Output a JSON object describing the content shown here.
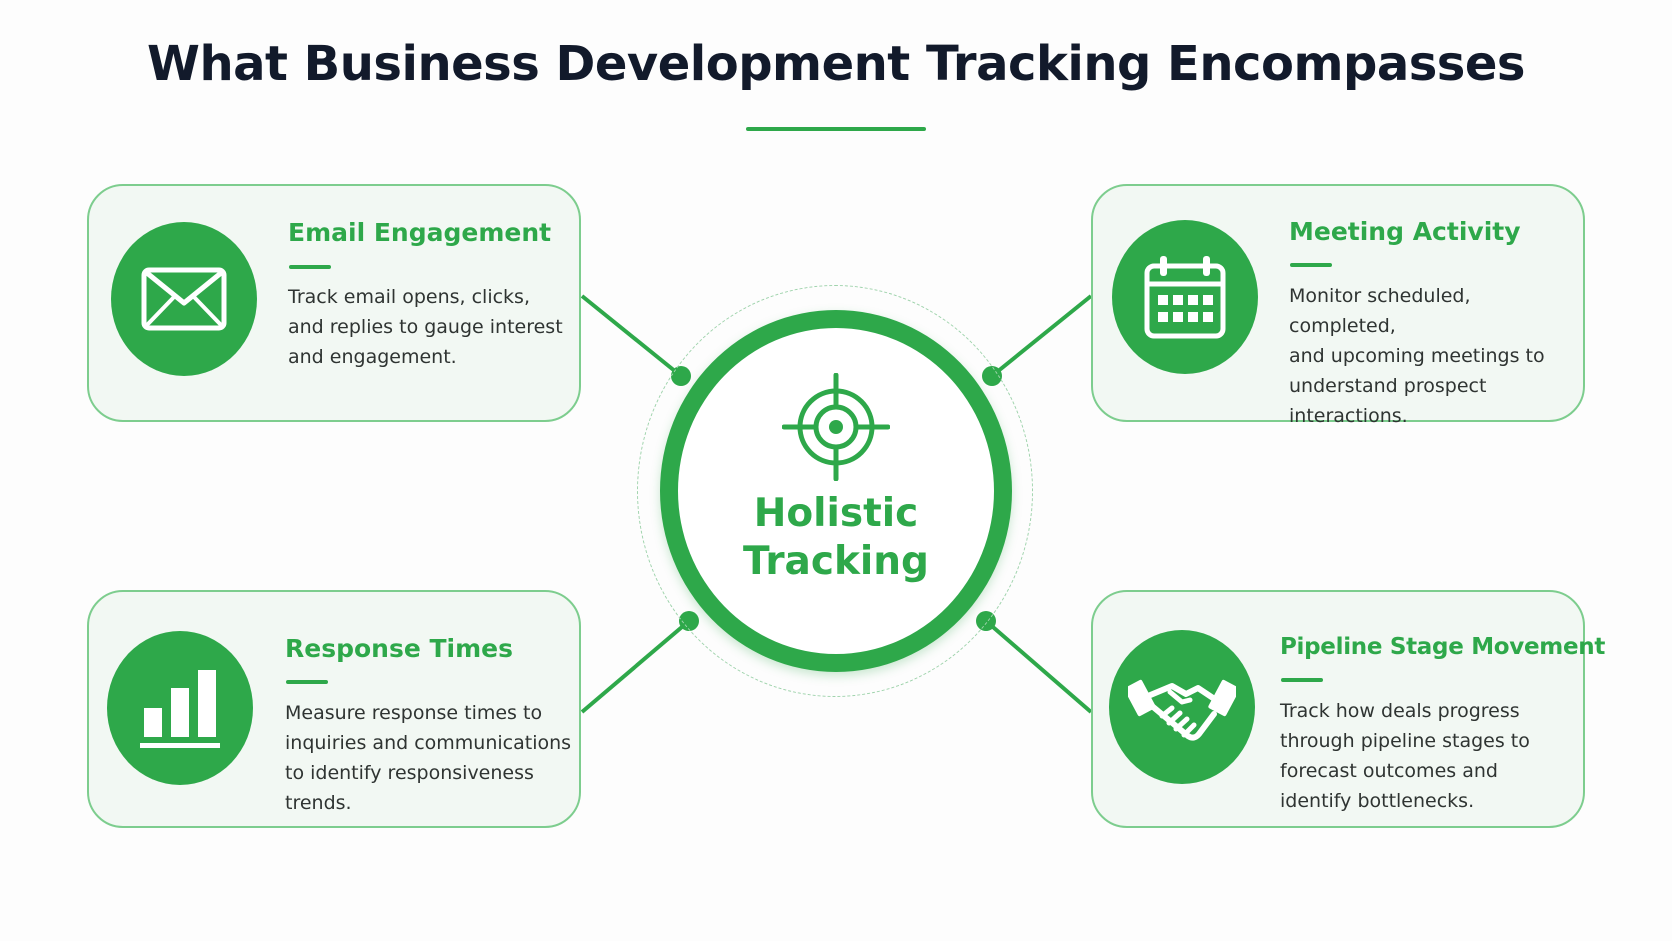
{
  "title": "What Business Development Tracking Encompasses",
  "hub": {
    "line1": "Holistic",
    "line2": "Tracking",
    "icon": "target-icon"
  },
  "colors": {
    "accent": "#2ea84a",
    "card_border": "#7dcd8e",
    "card_bg": "#f2f8f3",
    "title": "#121a2b",
    "body_text": "#2f3432"
  },
  "cards": [
    {
      "title": "Email Engagement",
      "icon": "envelope-icon",
      "lines": [
        "Track email opens, clicks,",
        "and replies to gauge interest",
        "and engagement."
      ]
    },
    {
      "title": "Meeting Activity",
      "icon": "calendar-icon",
      "lines": [
        "Monitor scheduled, completed,",
        "and upcoming meetings to",
        "understand prospect",
        "interactions."
      ]
    },
    {
      "title": "Response Times",
      "icon": "bar-chart-icon",
      "lines": [
        "Measure response times to",
        "inquiries and communications",
        "to identify responsiveness",
        "trends."
      ]
    },
    {
      "title": "Pipeline Stage Movement",
      "icon": "handshake-icon",
      "lines": [
        "Track how deals progress",
        "through pipeline stages to",
        "forecast outcomes and",
        "identify bottlenecks."
      ]
    }
  ]
}
